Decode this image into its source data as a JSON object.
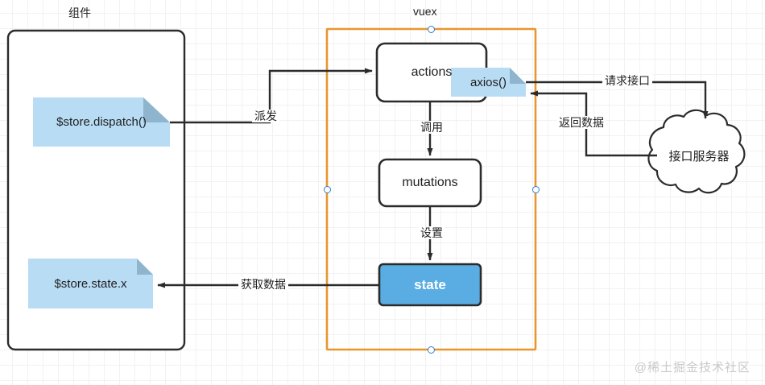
{
  "diagram": {
    "title": "vuex data flow diagram",
    "watermark": "@稀土掘金技术社区",
    "colors": {
      "vuex_border": "#e8962e",
      "node_border": "#2b2b2b",
      "note_fill": "#b9dcf5",
      "note_fold": "#8fb4ce",
      "state_fill": "#5aade2",
      "state_text": "#ffffff",
      "edge": "#2b2b2b",
      "grid_minor": "#f2f2f2",
      "grid_major": "#e6e6e6",
      "handle_border": "#2f7fd1",
      "watermark_text": "#c9c9c9"
    },
    "group_labels": {
      "component": "组件",
      "vuex": "vuex"
    },
    "nodes": {
      "component_container": {
        "label": "组件"
      },
      "vuex_container": {
        "label": "vuex"
      },
      "actions": {
        "label": "actions"
      },
      "mutations": {
        "label": "mutations"
      },
      "state": {
        "label": "state"
      },
      "axios_note": {
        "label": "axios()"
      },
      "dispatch_note": {
        "label": "$store.dispatch()"
      },
      "state_note": {
        "label": "$store.state.x"
      },
      "api_server_cloud": {
        "label": "接口服务器"
      }
    },
    "edges": [
      {
        "name": "dispatch-edge",
        "label": "派发",
        "from": "$store.dispatch()",
        "to": "actions"
      },
      {
        "name": "call-edge",
        "label": "调用",
        "from": "actions",
        "to": "mutations"
      },
      {
        "name": "set-edge",
        "label": "设置",
        "from": "mutations",
        "to": "state"
      },
      {
        "name": "get-data-edge",
        "label": "获取数据",
        "from": "state",
        "to": "$store.state.x"
      },
      {
        "name": "request-api-edge",
        "label": "请求接口",
        "from": "axios()",
        "to": "接口服务器"
      },
      {
        "name": "return-data-edge",
        "label": "返回数据",
        "from": "接口服务器",
        "to": "axios()"
      }
    ],
    "selection": {
      "selected_shape": "vuex",
      "handle_count": 4
    }
  }
}
